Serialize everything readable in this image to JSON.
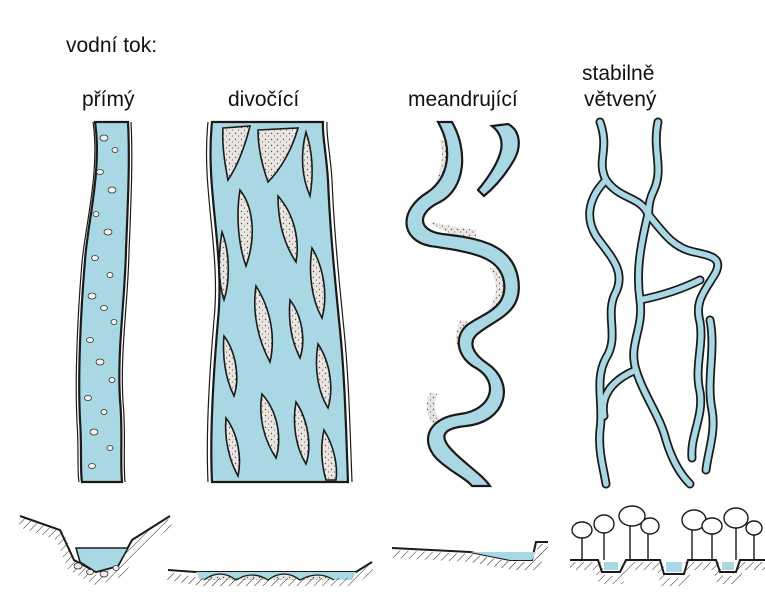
{
  "heading": "vodní tok:",
  "types": [
    {
      "id": "primy",
      "label": "přímý"
    },
    {
      "id": "divocici",
      "label": "divočící"
    },
    {
      "id": "meandrujici",
      "label": "meandrující"
    },
    {
      "id": "stabilne-vetveny",
      "label_line1": "stabilně",
      "label_line2": "větvený"
    }
  ],
  "colors": {
    "water": "#a9d8e4",
    "outline": "#1a1a1a",
    "sediment": "#e6e2de",
    "paper": "#ffffff"
  }
}
